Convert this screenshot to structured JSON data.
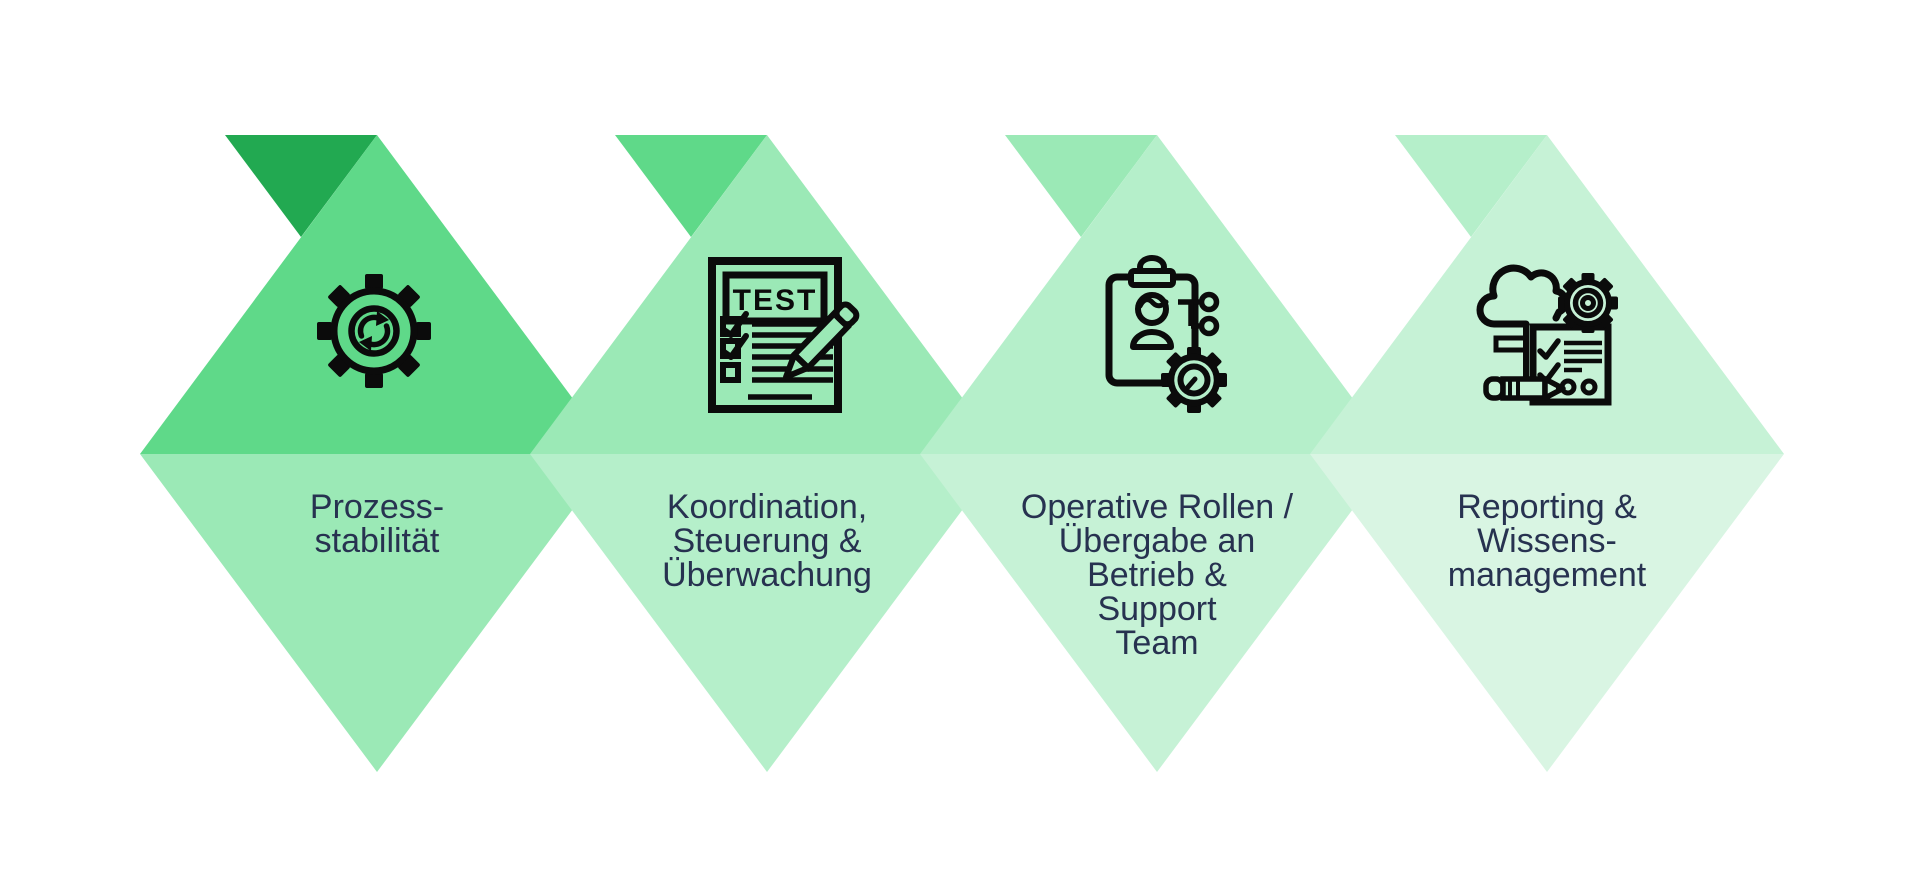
{
  "colors": {
    "background": "#FFFFFF",
    "shade1": "#22A951",
    "shade2": "#5FD989",
    "shade3": "#9BE9B6",
    "shade4": "#B5EFCA",
    "shade5": "#C6F2D6",
    "shade6": "#D9F5E3",
    "label_text": "#273250",
    "icon_ink": "#0B0B0B"
  },
  "steps": [
    {
      "label": "Prozess-\nstabilität",
      "icon": "process-sync-gear-icon",
      "chevron_color": "#22A951",
      "top_color": "#5FD989",
      "bottom_color": "#9BE9B6"
    },
    {
      "label": "Koordination,\nSteuerung &\nÜberwachung",
      "icon": "test-checklist-pencil-icon",
      "chevron_color": "#5FD989",
      "top_color": "#9BE9B6",
      "bottom_color": "#B5EFCA"
    },
    {
      "label": "Operative Rollen /\nÜbergabe an\nBetrieb &\nSupport\nTeam",
      "icon": "clipboard-user-gear-icon",
      "chevron_color": "#9BE9B6",
      "top_color": "#B5EFCA",
      "bottom_color": "#C6F2D6"
    },
    {
      "label": "Reporting &\nWissens-\nmanagement",
      "icon": "cloud-report-knowledge-icon",
      "chevron_color": "#B5EFCA",
      "top_color": "#C6F2D6",
      "bottom_color": "#D9F5E3"
    }
  ],
  "icon_labels": {
    "test": "TEST"
  }
}
